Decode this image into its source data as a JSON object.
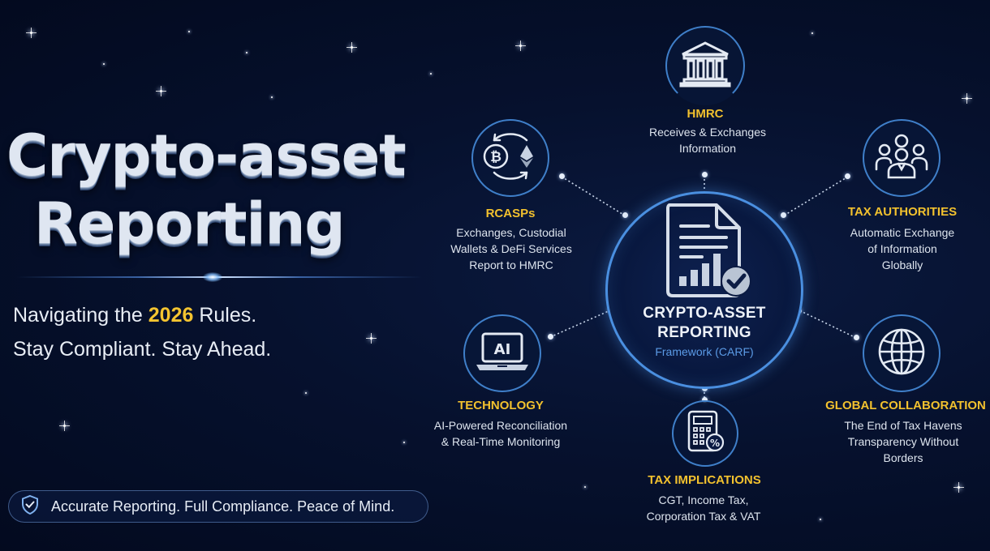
{
  "hero": {
    "title_line1": "Crypto-asset",
    "title_line2": "Reporting",
    "tagline_prefix": "Navigating the ",
    "tagline_year": "2026",
    "tagline_suffix": " Rules.",
    "tagline_line2": "Stay Compliant. Stay Ahead."
  },
  "badge": {
    "icon": "shield-check-icon",
    "text": "Accurate Reporting. Full Compliance. Peace of Mind."
  },
  "hub": {
    "icon": "report-document-check-icon",
    "title_line1": "CRYPTO-ASSET",
    "title_line2": "REPORTING",
    "subtitle": "Framework (CARF)"
  },
  "nodes": [
    {
      "id": "hmrc",
      "icon": "government-building-icon",
      "title": "HMRC",
      "desc": [
        "Receives & Exchanges",
        "Information"
      ]
    },
    {
      "id": "rcasps",
      "icon": "crypto-exchange-icon",
      "title": "RCASPs",
      "desc": [
        "Exchanges, Custodial",
        "Wallets & DeFi Services",
        "Report to HMRC"
      ]
    },
    {
      "id": "tax-authorities",
      "icon": "people-group-icon",
      "title": "TAX AUTHORITIES",
      "desc": [
        "Automatic Exchange",
        "of Information",
        "Globally"
      ]
    },
    {
      "id": "technology",
      "icon": "ai-laptop-icon",
      "icon_text": "AI",
      "title": "TECHNOLOGY",
      "desc": [
        "AI-Powered Reconciliation",
        "& Real-Time Monitoring"
      ]
    },
    {
      "id": "global-collaboration",
      "icon": "globe-icon",
      "title": "GLOBAL COLLABORATION",
      "desc": [
        "The End of Tax Havens",
        "Transparency Without",
        "Borders"
      ]
    },
    {
      "id": "tax-implications",
      "icon": "calculator-percent-icon",
      "title": "TAX IMPLICATIONS",
      "desc": [
        "CGT, Income Tax,",
        "Corporation Tax & VAT"
      ]
    }
  ],
  "colors": {
    "background": "#06112e",
    "accent_gold": "#f2c12e",
    "accent_blue": "#4a8fe0",
    "subtitle_blue": "#5b9be6",
    "text": "#e6ecf5"
  }
}
